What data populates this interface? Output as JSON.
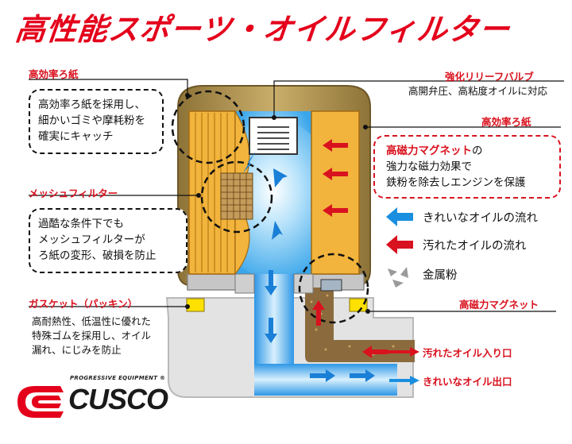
{
  "title": "高性能スポーツ・オイルフィルター",
  "callouts": {
    "filter_paper_left": {
      "label": "高効率ろ紙",
      "lines": [
        "高効率ろ紙を採用し、",
        "細かいゴミや摩耗粉を",
        "確実にキャッチ"
      ]
    },
    "mesh_filter": {
      "label": "メッシュフィルター",
      "lines": [
        "過酷な条件下でも",
        "メッシュフィルターが",
        "ろ紙の変形、破損を防止"
      ]
    },
    "gasket": {
      "label": "ガスケット（パッキン）",
      "lines": [
        "高耐熱性、低温性に優れた",
        "特殊ゴムを採用し、オイル",
        "漏れ、にじみを防止"
      ]
    },
    "relief_valve": {
      "label": "強化リリーフバルブ",
      "text": "高開弁圧、高粘度オイルに対応"
    },
    "filter_paper_right": {
      "label": "高効率ろ紙"
    },
    "magnet_box": {
      "highlight": "高磁力マグネット",
      "suffix": "の",
      "lines": [
        "強力な磁力効果で",
        "鉄粉を除去しエンジンを保護"
      ]
    },
    "magnet": {
      "label": "高磁力マグネット"
    }
  },
  "legend": {
    "clean": "きれいなオイルの流れ",
    "dirty": "汚れたオイルの流れ",
    "metal": "金属粉"
  },
  "ports": {
    "inlet": "汚れたオイル入り口",
    "outlet": "きれいなオイル出口"
  },
  "logo": {
    "brand": "CUSCO",
    "tagline": "PROGRESSIVE EQUIPMENT",
    "mark": "®"
  },
  "colors": {
    "red": "#e4001b",
    "blue": "#1a8fe0",
    "paper": "#f2b43c",
    "housing": "#b0934e"
  }
}
